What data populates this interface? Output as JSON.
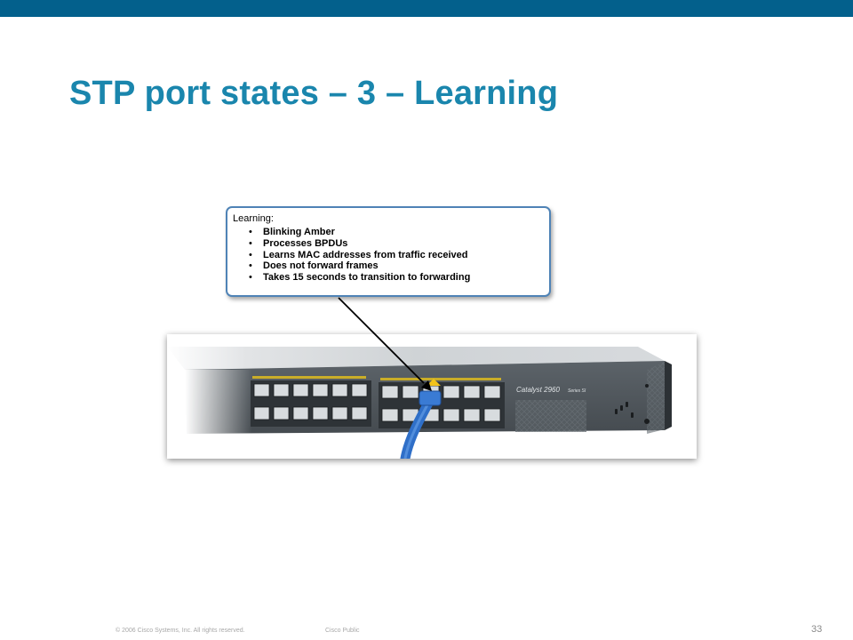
{
  "slide": {
    "title": "STP port states – 3 – Learning",
    "callout": {
      "heading": "Learning:",
      "bullets": [
        "Blinking Amber",
        "Processes BPDUs",
        "Learns MAC addresses from traffic received",
        "Does not forward frames",
        "Takes 15 seconds to transition to forwarding"
      ]
    },
    "switch_image": {
      "model_label": "Catalyst 2960",
      "series_label": "Series SI"
    },
    "footer": {
      "copyright": "© 2006 Cisco Systems, Inc. All rights reserved.",
      "classification": "Cisco Public",
      "page_number": "33"
    }
  },
  "colors": {
    "top_bar": "#03608c",
    "title": "#1a86ad",
    "callout_border": "#4f83b6",
    "cable": "#2f6fc8",
    "port_led": "#e6c21a"
  },
  "icons": [
    "arrow-pointer-icon",
    "network-cable-icon"
  ]
}
